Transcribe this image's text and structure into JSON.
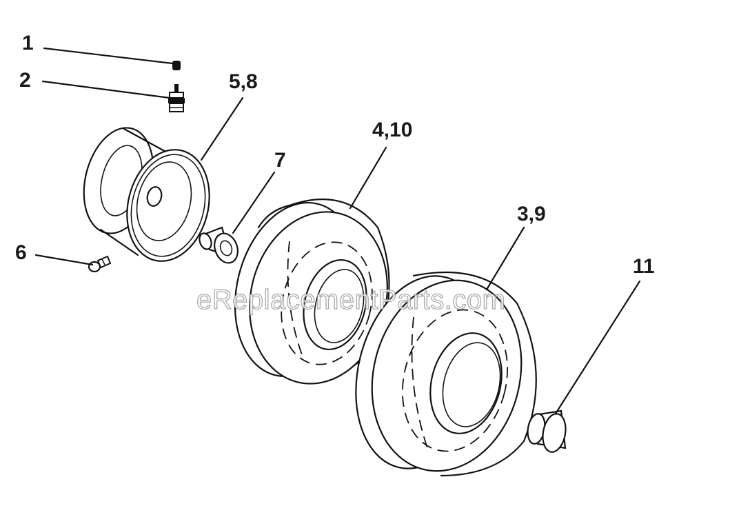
{
  "diagram": {
    "callouts": {
      "c1": "1",
      "c2": "2",
      "c5_8": "5,8",
      "c7": "7",
      "c4_10": "4,10",
      "c6": "6",
      "c3_9": "3,9",
      "c11": "11"
    },
    "watermark": "eReplacementParts.com"
  }
}
